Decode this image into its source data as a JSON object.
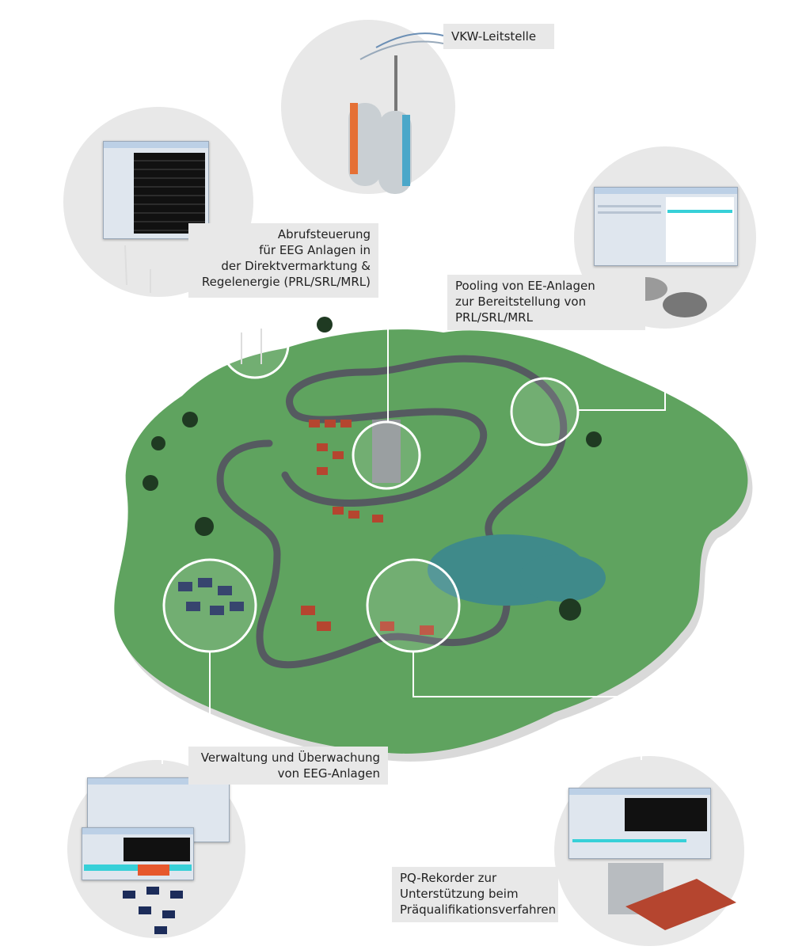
{
  "labels": {
    "leitstelle": "VKW-Leitstelle",
    "abrufsteuerung": "Abrufsteuerung\nfür EEG Anlagen in\nder Direktvermarktung &\nRegelenergie (PRL/SRL/MRL)",
    "pooling": "Pooling von EE-Anlagen\nzur Bereitstellung von\nPRL/SRL/MRL",
    "verwaltung": "Verwaltung und Überwachung\nvon EEG-Anlagen",
    "pq": "PQ-Rekorder zur\nUnterstützung beim\nPräqualifikationsverfahren"
  },
  "colors": {
    "island": "#5fa35f",
    "bubble": "#e8e8e8",
    "road": "#555a60"
  }
}
